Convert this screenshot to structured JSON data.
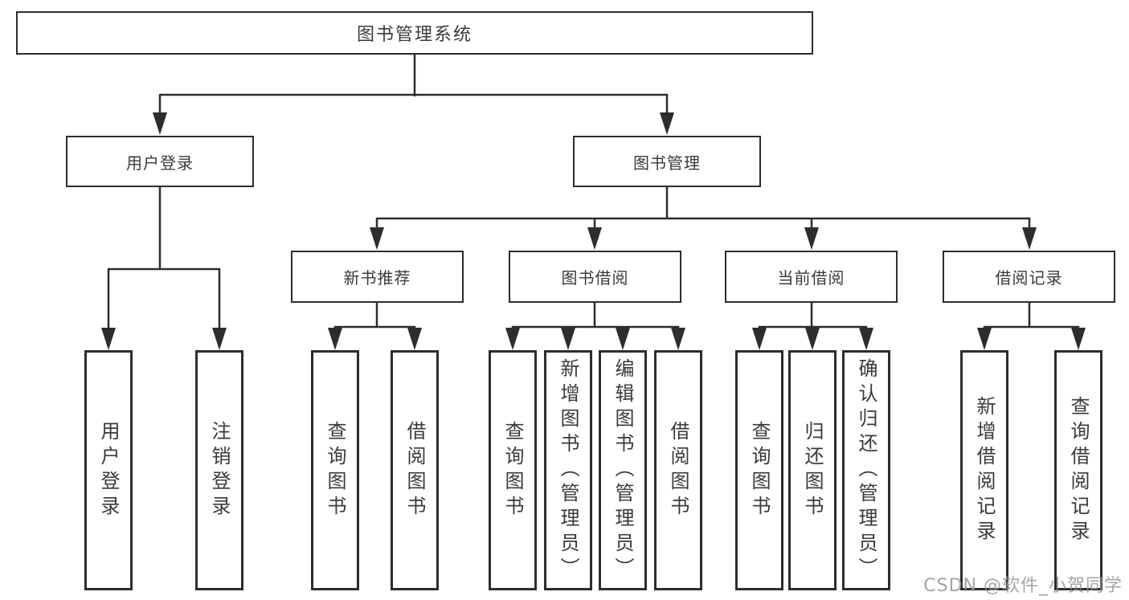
{
  "root": {
    "label": "图书管理系统"
  },
  "level2": [
    {
      "label": "用户登录",
      "children": [
        "用户登录",
        "注销登录"
      ]
    },
    {
      "label": "图书管理"
    }
  ],
  "level3": [
    {
      "label": "新书推荐",
      "children": [
        "查询图书",
        "借阅图书"
      ]
    },
    {
      "label": "图书借阅",
      "children": [
        "查询图书",
        "新增图书（管理员）",
        "编辑图书（管理员）",
        "借阅图书"
      ]
    },
    {
      "label": "当前借阅",
      "children": [
        "查询图书",
        "归还图书",
        "确认归还（管理员）"
      ]
    },
    {
      "label": "借阅记录",
      "children": [
        "新增借阅记录",
        "查询借阅记录"
      ]
    }
  ],
  "watermark": "CSDN @软件_小贺同学",
  "colors": {
    "line": "#2d2d2d",
    "text": "#3a3a3a",
    "background": "#ffffff",
    "watermark": "#949494"
  }
}
